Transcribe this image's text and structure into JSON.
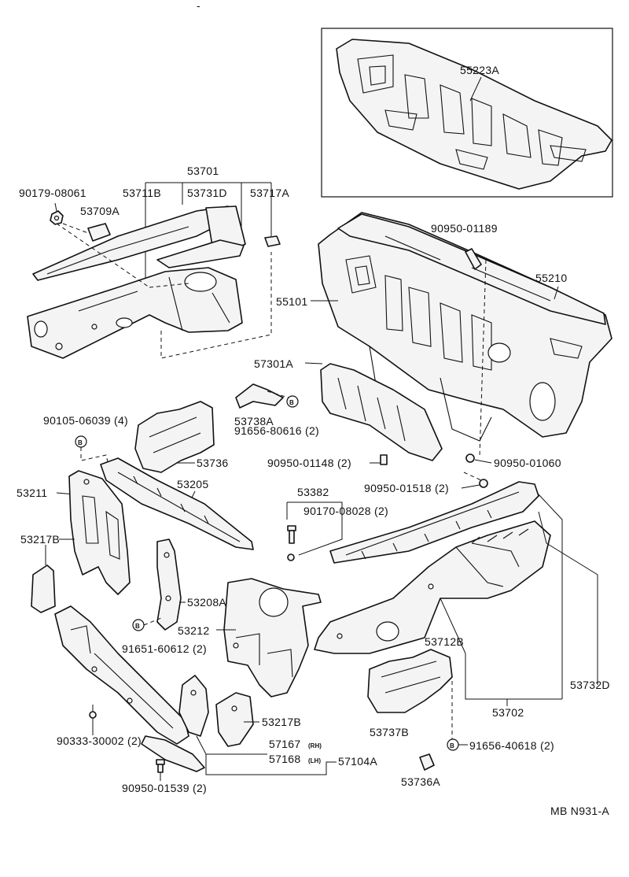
{
  "header_mark": "-",
  "diagram_code": "MB N931-A",
  "symbol_letter": "B",
  "labels": {
    "p55223A": "55223A",
    "p53701": "53701",
    "p90179_08061": "90179-08061",
    "p53711B": "53711B",
    "p53731D": "53731D",
    "p53717A": "53717A",
    "p53709A": "53709A",
    "p90950_01189": "90950-01189",
    "p55210": "55210",
    "p55101": "55101",
    "p57301A": "57301A",
    "p53738A": "53738A",
    "p91656_80616": "91656-80616 (2)",
    "p90105_06039": "90105-06039 (4)",
    "p53736": "53736",
    "p90950_01148": "90950-01148 (2)",
    "p90950_01060": "90950-01060",
    "p90950_01518": "90950-01518 (2)",
    "p53211": "53211",
    "p53205": "53205",
    "p53382": "53382",
    "p90170_08028": "90170-08028 (2)",
    "p53217B_left": "53217B",
    "p53208A": "53208A",
    "p53212": "53212",
    "p91651_60612": "91651-60612 (2)",
    "p53712B": "53712B",
    "p53732D": "53732D",
    "p53702": "53702",
    "p53217B_bottom": "53217B",
    "p53737B": "53737B",
    "p91656_40618": "91656-40618 (2)",
    "p90333_30002": "90333-30002 (2)",
    "p57167": "57167",
    "p57167_side": "(RH)",
    "p57168": "57168",
    "p57168_side": "(LH)",
    "p57104A": "57104A",
    "p53736A": "53736A",
    "p90950_01539": "90950-01539 (2)"
  }
}
